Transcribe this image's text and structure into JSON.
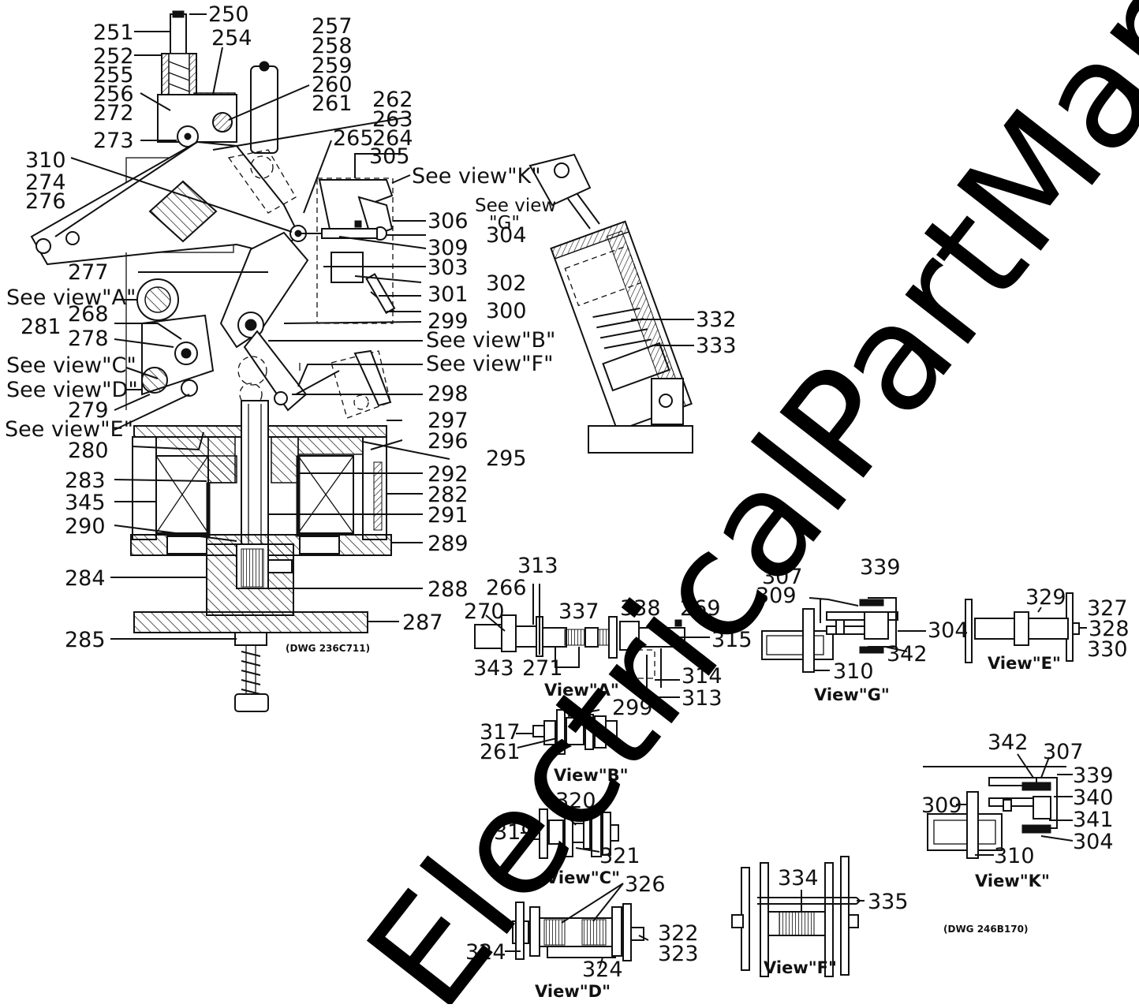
{
  "watermark": {
    "text": "ElectricalPartManuals . com"
  },
  "drawing_numbers": {
    "main": "(DWG 236C711)",
    "views": "(DWG 246B170)"
  },
  "part_labels": [
    {
      "id": "250",
      "text": "250"
    },
    {
      "id": "251",
      "text": "251"
    },
    {
      "id": "252",
      "text": "252"
    },
    {
      "id": "254",
      "text": "254"
    },
    {
      "id": "255",
      "text": "255"
    },
    {
      "id": "256",
      "text": "256"
    },
    {
      "id": "272",
      "text": "272"
    },
    {
      "id": "273",
      "text": "273"
    },
    {
      "id": "257",
      "text": "257"
    },
    {
      "id": "258",
      "text": "258"
    },
    {
      "id": "259",
      "text": "259"
    },
    {
      "id": "260",
      "text": "260"
    },
    {
      "id": "261",
      "text": "261"
    },
    {
      "id": "262",
      "text": "262"
    },
    {
      "id": "263",
      "text": "263"
    },
    {
      "id": "264",
      "text": "264"
    },
    {
      "id": "265",
      "text": "265"
    },
    {
      "id": "310",
      "text": "310"
    },
    {
      "id": "274",
      "text": "274"
    },
    {
      "id": "276",
      "text": "276"
    },
    {
      "id": "305",
      "text": "305"
    },
    {
      "id": "306",
      "text": "306"
    },
    {
      "id": "304",
      "text": "304"
    },
    {
      "id": "309",
      "text": "309"
    },
    {
      "id": "303",
      "text": "303"
    },
    {
      "id": "302",
      "text": "302"
    },
    {
      "id": "301",
      "text": "301"
    },
    {
      "id": "300",
      "text": "300"
    },
    {
      "id": "299",
      "text": "299"
    },
    {
      "id": "277",
      "text": "277"
    },
    {
      "id": "268",
      "text": "268"
    },
    {
      "id": "281",
      "text": "281"
    },
    {
      "id": "278",
      "text": "278"
    },
    {
      "id": "279",
      "text": "279"
    },
    {
      "id": "280",
      "text": "280"
    },
    {
      "id": "298",
      "text": "298"
    },
    {
      "id": "297",
      "text": "297"
    },
    {
      "id": "296",
      "text": "296"
    },
    {
      "id": "295",
      "text": "295"
    },
    {
      "id": "292",
      "text": "292"
    },
    {
      "id": "282",
      "text": "282"
    },
    {
      "id": "291",
      "text": "291"
    },
    {
      "id": "289",
      "text": "289"
    },
    {
      "id": "283",
      "text": "283"
    },
    {
      "id": "345",
      "text": "345"
    },
    {
      "id": "290",
      "text": "290"
    },
    {
      "id": "284",
      "text": "284"
    },
    {
      "id": "288",
      "text": "288"
    },
    {
      "id": "287",
      "text": "287"
    },
    {
      "id": "285",
      "text": "285"
    },
    {
      "id": "332",
      "text": "332"
    },
    {
      "id": "333",
      "text": "333"
    },
    {
      "id": "a313",
      "text": "313"
    },
    {
      "id": "a266",
      "text": "266"
    },
    {
      "id": "a270",
      "text": "270"
    },
    {
      "id": "a337",
      "text": "337"
    },
    {
      "id": "a338",
      "text": "338"
    },
    {
      "id": "a269",
      "text": "269"
    },
    {
      "id": "a315",
      "text": "315"
    },
    {
      "id": "a343",
      "text": "343"
    },
    {
      "id": "a271",
      "text": "271"
    },
    {
      "id": "a314",
      "text": "314"
    },
    {
      "id": "a313b",
      "text": "313"
    },
    {
      "id": "b299",
      "text": "299"
    },
    {
      "id": "b317",
      "text": "317"
    },
    {
      "id": "b261",
      "text": "261"
    },
    {
      "id": "c320",
      "text": "320"
    },
    {
      "id": "c319",
      "text": "319"
    },
    {
      "id": "c321",
      "text": "321"
    },
    {
      "id": "d326",
      "text": "326"
    },
    {
      "id": "d324a",
      "text": "324"
    },
    {
      "id": "d324b",
      "text": "324"
    },
    {
      "id": "d322",
      "text": "322"
    },
    {
      "id": "d323",
      "text": "323"
    },
    {
      "id": "f334",
      "text": "334"
    },
    {
      "id": "f335",
      "text": "335"
    },
    {
      "id": "g307",
      "text": "307"
    },
    {
      "id": "g339",
      "text": "339"
    },
    {
      "id": "g309",
      "text": "309"
    },
    {
      "id": "g304",
      "text": "304"
    },
    {
      "id": "g342",
      "text": "342"
    },
    {
      "id": "g310",
      "text": "310"
    },
    {
      "id": "e329",
      "text": "329"
    },
    {
      "id": "e327",
      "text": "327"
    },
    {
      "id": "e328",
      "text": "328"
    },
    {
      "id": "e330",
      "text": "330"
    },
    {
      "id": "k342",
      "text": "342"
    },
    {
      "id": "k307",
      "text": "307"
    },
    {
      "id": "k339",
      "text": "339"
    },
    {
      "id": "k340",
      "text": "340"
    },
    {
      "id": "k309",
      "text": "309"
    },
    {
      "id": "k341",
      "text": "341"
    },
    {
      "id": "k304",
      "text": "304"
    },
    {
      "id": "k310",
      "text": "310"
    }
  ],
  "callouts": [
    {
      "id": "k",
      "text": "See view\"K\""
    },
    {
      "id": "g1",
      "text": "See view"
    },
    {
      "id": "g2",
      "text": "\"G\""
    },
    {
      "id": "a",
      "text": "See view\"A\""
    },
    {
      "id": "b",
      "text": "See view\"B\""
    },
    {
      "id": "f",
      "text": "See view\"F\""
    },
    {
      "id": "c",
      "text": "See view\"C\""
    },
    {
      "id": "d",
      "text": "See view\"D\""
    },
    {
      "id": "e",
      "text": "See view\"E\""
    }
  ],
  "view_titles": [
    {
      "id": "A",
      "text": "View\"A\""
    },
    {
      "id": "B",
      "text": "View\"B\""
    },
    {
      "id": "C",
      "text": "View\"C\""
    },
    {
      "id": "D",
      "text": "View\"D\""
    },
    {
      "id": "F",
      "text": "View\"F\""
    },
    {
      "id": "G",
      "text": "View\"G\""
    },
    {
      "id": "E",
      "text": "View\"E\""
    },
    {
      "id": "K",
      "text": "View\"K\""
    }
  ]
}
